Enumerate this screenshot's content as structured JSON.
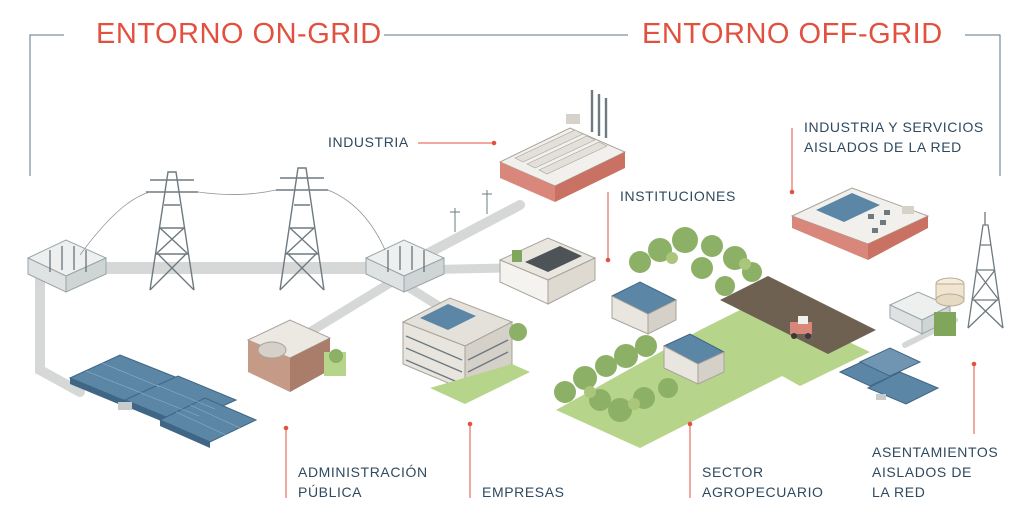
{
  "headings": {
    "on_grid": "ENTORNO ON-GRID",
    "off_grid": "ENTORNO OFF-GRID"
  },
  "labels": {
    "industria": [
      "INDUSTRIA"
    ],
    "instituciones": [
      "INSTITUCIONES"
    ],
    "industria_servicios": [
      "INDUSTRIA Y SERVICIOS",
      "AISLADOS DE LA RED"
    ],
    "administracion": [
      "ADMINISTRACIÓN",
      "PÚBLICA"
    ],
    "empresas": [
      "EMPRESAS"
    ],
    "agropecuario": [
      "SECTOR",
      "AGROPECUARIO"
    ],
    "asentamientos": [
      "ASENTAMIENTOS",
      "AISLADOS DE",
      "LA RED"
    ]
  },
  "colors": {
    "heading": "#e2513f",
    "label": "#2e4a60",
    "leader": "#e2513f",
    "frame": "#5d7585",
    "road": "#d6d8d8",
    "grass": "#b7d58a",
    "field": "#6e6152",
    "panel": "#5b86a6",
    "building": "#e9e6df",
    "accent_roof": "#d9877a"
  }
}
